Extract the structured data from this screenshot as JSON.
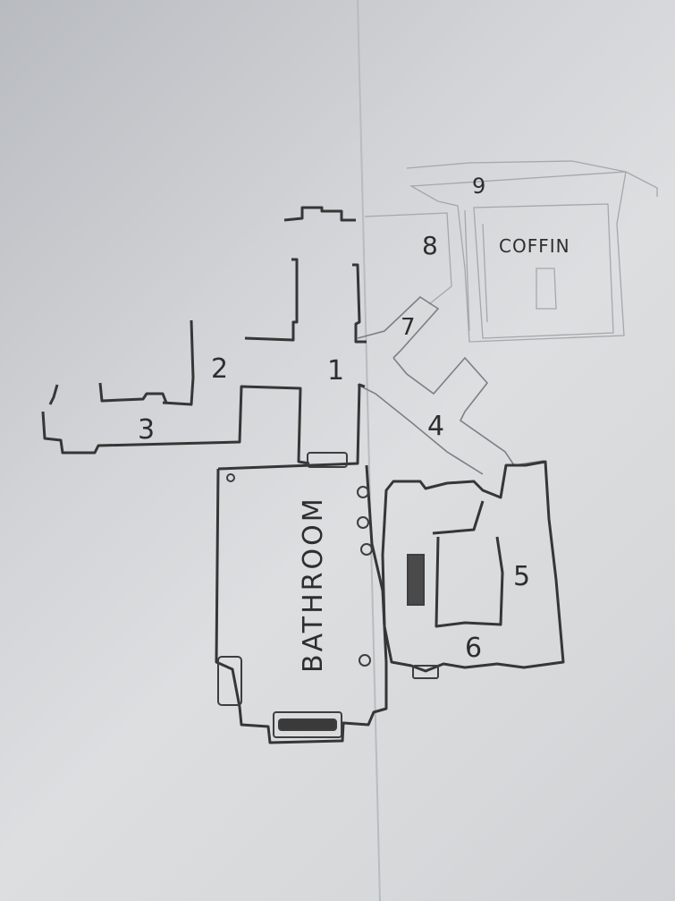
{
  "map": {
    "rooms": [
      {
        "id": "1",
        "label": "1"
      },
      {
        "id": "2",
        "label": "2"
      },
      {
        "id": "3",
        "label": "3"
      },
      {
        "id": "4",
        "label": "4"
      },
      {
        "id": "5",
        "label": "5"
      },
      {
        "id": "6",
        "label": "6"
      },
      {
        "id": "7",
        "label": "7"
      },
      {
        "id": "8",
        "label": "8"
      },
      {
        "id": "9",
        "label": "9"
      }
    ],
    "named_rooms": {
      "bathroom": "BATHROOM",
      "coffin": "COFFIN"
    }
  },
  "colors": {
    "paper": "#d8dadc",
    "pencil": "#3a3a3a",
    "pencil_faint": "#9a9ca0"
  }
}
